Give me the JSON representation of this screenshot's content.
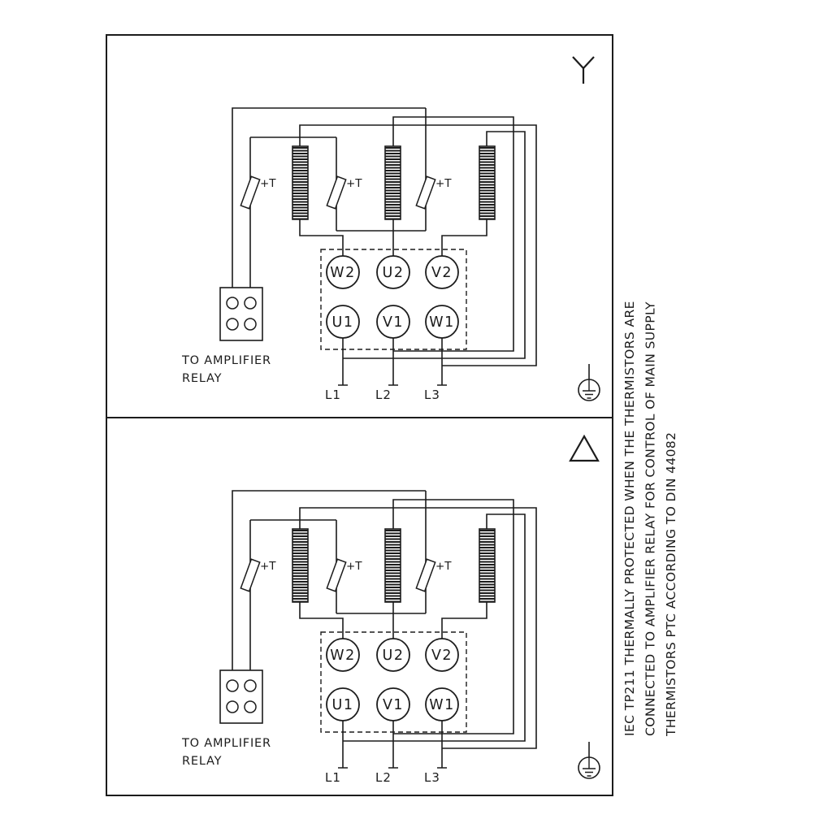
{
  "page": {
    "background": "#ffffff",
    "line_color": "#1c1c1c"
  },
  "panels": {
    "top": {
      "connection_symbol": "star-icon"
    },
    "bottom": {
      "connection_symbol": "delta-icon"
    }
  },
  "diagram": {
    "thermistor_label": "+T",
    "relay_label_line1": "TO AMPLIFIER",
    "relay_label_line2": "RELAY",
    "terminals_top_row": [
      "W2",
      "U2",
      "V2"
    ],
    "terminals_bottom_row": [
      "U1",
      "V1",
      "W1"
    ],
    "supply_lines": [
      "L1",
      "L2",
      "L3"
    ]
  },
  "side_note": {
    "line1": "IEC TP211 THERMALLY PROTECTED WHEN THE THERMISTORS ARE",
    "line2": "CONNECTED TO AMPLIFIER RELAY FOR CONTROL OF MAIN SUPPLY",
    "line3": "THERMISTORS PTC ACCORDING TO DIN 44082"
  }
}
